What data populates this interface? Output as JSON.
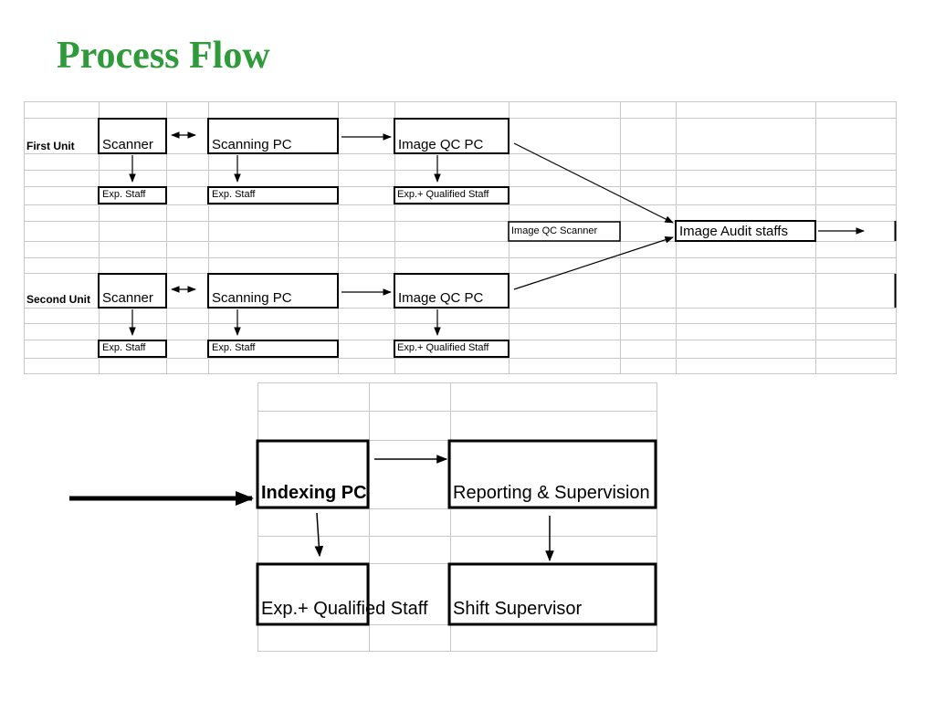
{
  "title": "Process Flow",
  "units": {
    "first": "First Unit",
    "second": "Second Unit"
  },
  "first_row": {
    "scanner": "Scanner",
    "scanning_pc": "Scanning PC",
    "image_qc_pc": "Image QC PC",
    "scanner_staff": "Exp. Staff",
    "scanning_pc_staff": "Exp. Staff",
    "image_qc_staff": "Exp.+ Qualified Staff"
  },
  "second_row": {
    "scanner": "Scanner",
    "scanning_pc": "Scanning PC",
    "image_qc_pc": "Image QC PC",
    "scanner_staff": "Exp. Staff",
    "scanning_pc_staff": "Exp. Staff",
    "image_qc_staff": "Exp.+ Qualified Staff"
  },
  "image_qc_scanner": "Image QC Scanner",
  "image_audit": "Image Audit  staffs",
  "lower": {
    "indexing_pc": "Indexing PC",
    "reporting": "Reporting & Supervision",
    "indexing_staff": "Exp.+ Qualified Staff",
    "shift_supervisor": "Shift Supervisor"
  }
}
